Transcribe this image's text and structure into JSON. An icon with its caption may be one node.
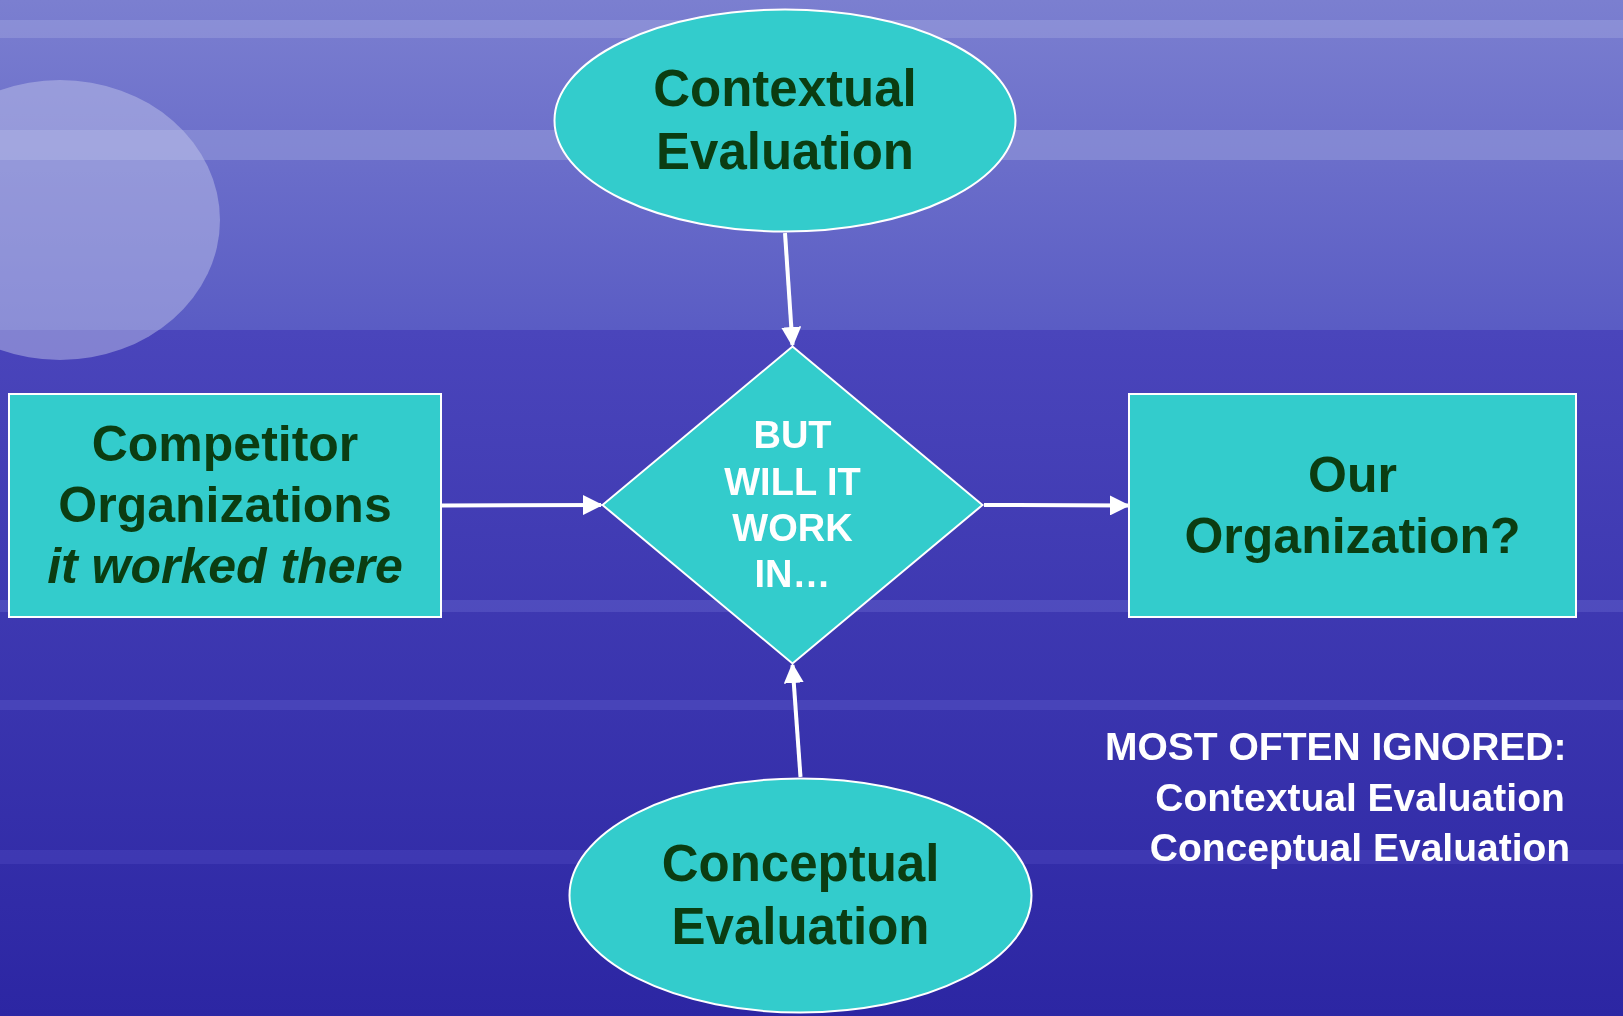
{
  "diagram": {
    "nodes": [
      {
        "text": [
          "Contextual Evaluation"
        ]
      },
      {
        "text": [
          "Competitor Organizations",
          "it worked there"
        ]
      },
      {
        "text": [
          "BUT WILL IT WORK IN…"
        ]
      },
      {
        "text": [
          "Our Organization?"
        ]
      },
      {
        "text": [
          "Conceptual Evaluation"
        ]
      }
    ],
    "edges": [
      {
        "from": 0,
        "to": 2,
        "arrow": "to"
      },
      {
        "from": 1,
        "to": 2,
        "arrow": "to"
      },
      {
        "from": 2,
        "to": 3,
        "arrow": "to"
      },
      {
        "from": 4,
        "to": 2,
        "arrow": "to"
      }
    ],
    "labels": [
      "MOST OFTEN IGNORED:",
      "Contextual Evaluation",
      "Conceptual Evaluation"
    ]
  }
}
